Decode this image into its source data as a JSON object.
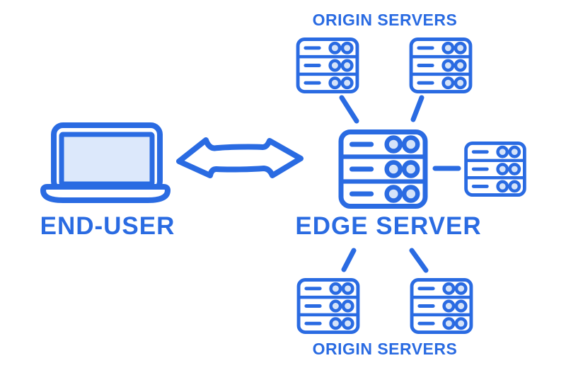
{
  "colors": {
    "accent": "#2A6BE2",
    "screen_fill": "#DCE8FB",
    "circle_fill": "#D5E3F9",
    "background": "#FFFFFF"
  },
  "labels": {
    "origin_top": "ORIGIN SERVERS",
    "origin_bottom": "ORIGIN SERVERS",
    "end_user": "END-USER",
    "edge_server": "EDGE SERVER"
  },
  "nodes": [
    {
      "id": "end-user",
      "icon": "laptop-icon",
      "label": "END-USER"
    },
    {
      "id": "edge-server",
      "icon": "server-rack-icon",
      "label": "EDGE SERVER"
    },
    {
      "id": "origin-top-left",
      "icon": "server-rack-icon",
      "group_label": "ORIGIN SERVERS"
    },
    {
      "id": "origin-top-right",
      "icon": "server-rack-icon",
      "group_label": "ORIGIN SERVERS"
    },
    {
      "id": "origin-right",
      "icon": "server-rack-icon"
    },
    {
      "id": "origin-bottom-left",
      "icon": "server-rack-icon",
      "group_label": "ORIGIN SERVERS"
    },
    {
      "id": "origin-bottom-right",
      "icon": "server-rack-icon",
      "group_label": "ORIGIN SERVERS"
    }
  ],
  "connections": [
    {
      "from": "end-user",
      "to": "edge-server",
      "style": "double-headed-arrow"
    },
    {
      "from": "edge-server",
      "to": "origin-top-left",
      "style": "line"
    },
    {
      "from": "edge-server",
      "to": "origin-top-right",
      "style": "line"
    },
    {
      "from": "edge-server",
      "to": "origin-right",
      "style": "line"
    },
    {
      "from": "edge-server",
      "to": "origin-bottom-left",
      "style": "line"
    },
    {
      "from": "edge-server",
      "to": "origin-bottom-right",
      "style": "line"
    }
  ]
}
